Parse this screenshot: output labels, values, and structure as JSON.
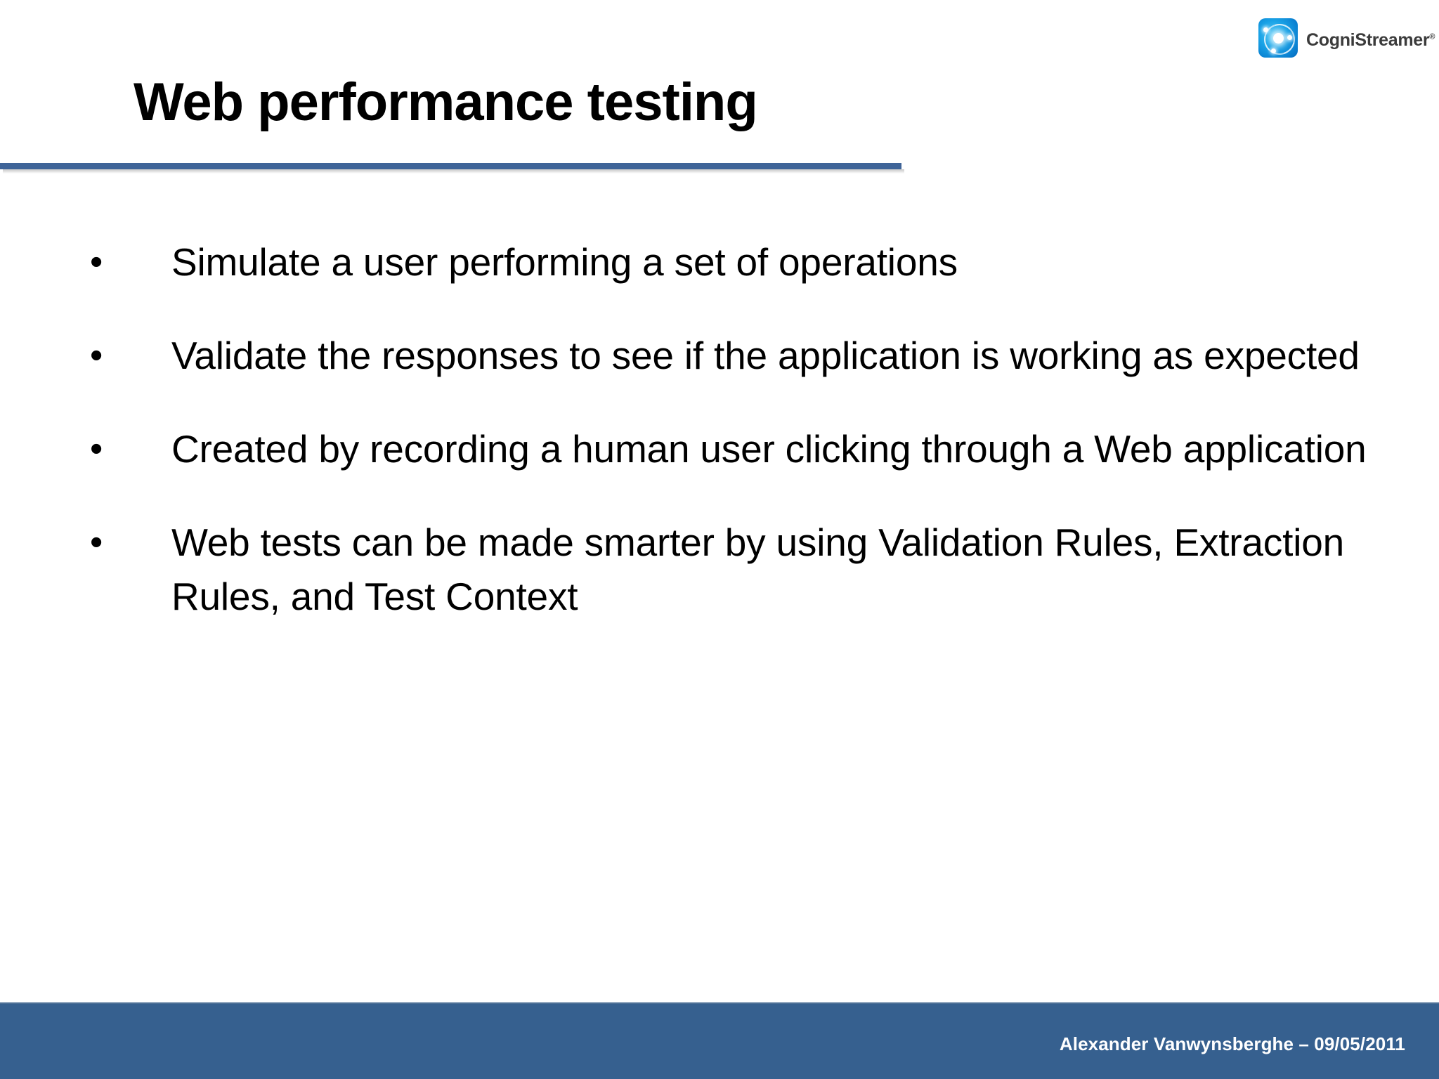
{
  "slide": {
    "title": "Web performance testing",
    "accent_color": "#3f6498",
    "footer_color": "#36608f",
    "background_color": "#ffffff",
    "text_color": "#000000"
  },
  "logo": {
    "icon_name": "cognistreamer-atom-icon",
    "name": "CogniStreamer",
    "trademark": "®",
    "brand_color": "#19a2e6"
  },
  "bullets": [
    {
      "marker": "•",
      "text": "Simulate a user performing a set of operations"
    },
    {
      "marker": "•",
      "text": "Validate the responses to see if the application is working as expected"
    },
    {
      "marker": "•",
      "text": "Created by recording a human user clicking through a Web application"
    },
    {
      "marker": "•",
      "text": "Web tests can be made smarter by using Validation Rules, Extraction Rules, and Test Context"
    }
  ],
  "footer": {
    "author": "Alexander Vanwynsberghe",
    "separator": "–",
    "date": "09/05/2011",
    "credit": "Alexander Vanwynsberghe – 09/05/2011"
  }
}
